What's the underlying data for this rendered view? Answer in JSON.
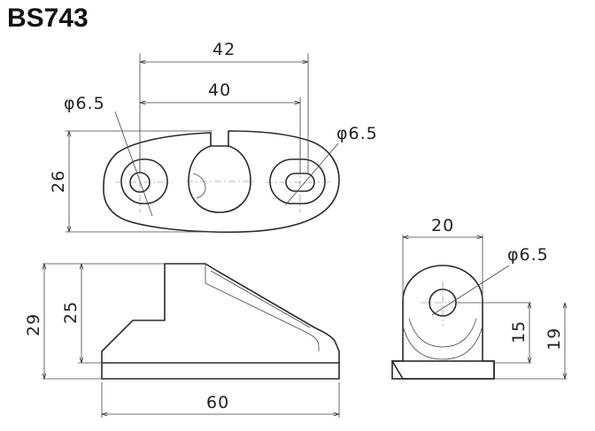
{
  "title": "BS743",
  "top_view": {
    "dim_overall": "42",
    "dim_hole_spacing": "40",
    "dim_height": "26",
    "hole_left_label": "φ6.5",
    "hole_right_label": "φ6.5"
  },
  "side_view": {
    "dim_height_total": "29",
    "dim_height_step": "25",
    "dim_length": "60"
  },
  "end_view": {
    "dim_width": "20",
    "hole_label": "φ6.5",
    "dim_hole_height": "15",
    "dim_height": "19"
  }
}
